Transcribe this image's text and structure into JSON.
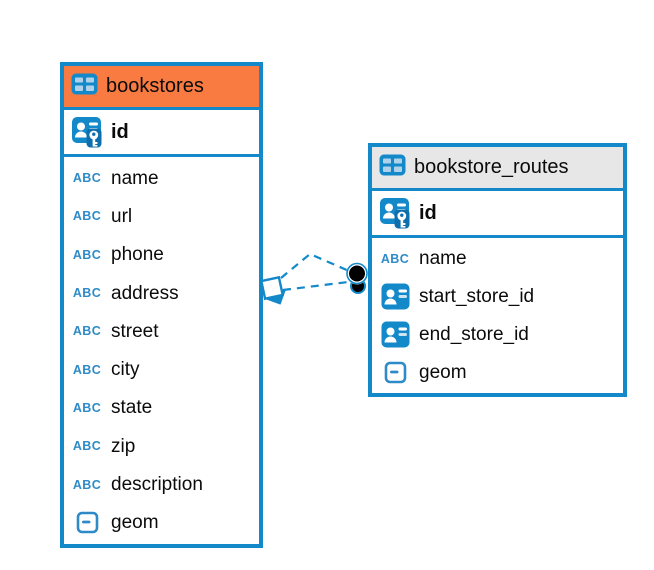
{
  "diagram": {
    "colors": {
      "accent_blue": "#1389CA",
      "bookstores_header": "#F97B42",
      "routes_header": "#E7E7E7",
      "relationship_line": "#1389CA",
      "endpoint_dot": "#000000",
      "text": "#0b0b0b"
    },
    "type_icons": {
      "text_label": "ABC"
    },
    "tables": [
      {
        "name": "bookstores",
        "primary_key": {
          "label": "id"
        },
        "fields": [
          {
            "label": "name",
            "type": "text"
          },
          {
            "label": "url",
            "type": "text"
          },
          {
            "label": "phone",
            "type": "text"
          },
          {
            "label": "address",
            "type": "text"
          },
          {
            "label": "street",
            "type": "text"
          },
          {
            "label": "city",
            "type": "text"
          },
          {
            "label": "state",
            "type": "text"
          },
          {
            "label": "zip",
            "type": "text"
          },
          {
            "label": "description",
            "type": "text"
          },
          {
            "label": "geom",
            "type": "geometry"
          }
        ]
      },
      {
        "name": "bookstore_routes",
        "primary_key": {
          "label": "id"
        },
        "fields": [
          {
            "label": "name",
            "type": "text"
          },
          {
            "label": "start_store_id",
            "type": "foreign-key"
          },
          {
            "label": "end_store_id",
            "type": "foreign-key"
          },
          {
            "label": "geom",
            "type": "geometry"
          }
        ]
      }
    ],
    "relationships": [
      {
        "from": "bookstore_routes",
        "to": "bookstores",
        "style": "dashed"
      },
      {
        "from": "bookstore_routes",
        "to": "bookstores",
        "style": "dashed"
      }
    ]
  }
}
